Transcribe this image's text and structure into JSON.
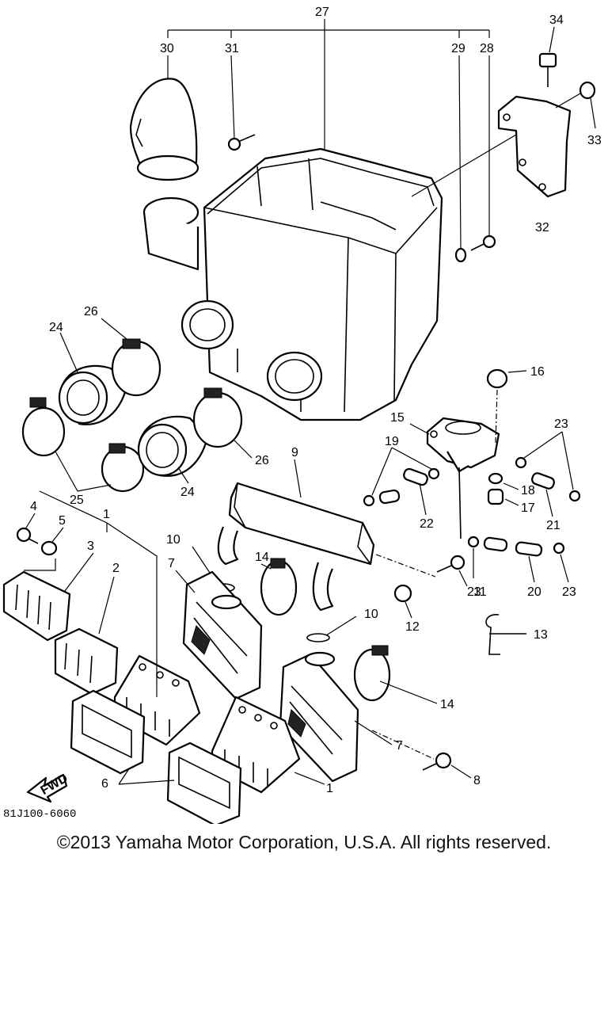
{
  "diagram": {
    "catalog_code": "81J100-6060",
    "fwd_label": "FWD",
    "copyright": "©2013 Yamaha Motor Corporation, U.S.A. All rights reserved.",
    "callouts": [
      {
        "id": "c27",
        "label": "27"
      },
      {
        "id": "c30",
        "label": "30"
      },
      {
        "id": "c31",
        "label": "31"
      },
      {
        "id": "c29",
        "label": "29"
      },
      {
        "id": "c28",
        "label": "28"
      },
      {
        "id": "c34",
        "label": "34"
      },
      {
        "id": "c33",
        "label": "33"
      },
      {
        "id": "c32",
        "label": "32"
      },
      {
        "id": "c26a",
        "label": "26"
      },
      {
        "id": "c24a",
        "label": "24"
      },
      {
        "id": "c16",
        "label": "16"
      },
      {
        "id": "c15",
        "label": "15"
      },
      {
        "id": "c23a",
        "label": "23"
      },
      {
        "id": "c19",
        "label": "19"
      },
      {
        "id": "c9",
        "label": "9"
      },
      {
        "id": "c26b",
        "label": "26"
      },
      {
        "id": "c18",
        "label": "18"
      },
      {
        "id": "c22",
        "label": "22"
      },
      {
        "id": "c17",
        "label": "17"
      },
      {
        "id": "c21",
        "label": "21"
      },
      {
        "id": "c25",
        "label": "25"
      },
      {
        "id": "c24b",
        "label": "24"
      },
      {
        "id": "c4",
        "label": "4"
      },
      {
        "id": "c5",
        "label": "5"
      },
      {
        "id": "c1a",
        "label": "1"
      },
      {
        "id": "c10a",
        "label": "10"
      },
      {
        "id": "c3",
        "label": "3"
      },
      {
        "id": "c2",
        "label": "2"
      },
      {
        "id": "c7a",
        "label": "7"
      },
      {
        "id": "c14a",
        "label": "14"
      },
      {
        "id": "c23b",
        "label": "23"
      },
      {
        "id": "c11",
        "label": "11"
      },
      {
        "id": "c12",
        "label": "12"
      },
      {
        "id": "c20",
        "label": "20"
      },
      {
        "id": "c23c",
        "label": "23"
      },
      {
        "id": "c10b",
        "label": "10"
      },
      {
        "id": "c13",
        "label": "13"
      },
      {
        "id": "c14b",
        "label": "14"
      },
      {
        "id": "c7b",
        "label": "7"
      },
      {
        "id": "c8",
        "label": "8"
      },
      {
        "id": "c6",
        "label": "6"
      },
      {
        "id": "c1b",
        "label": "1"
      }
    ]
  }
}
